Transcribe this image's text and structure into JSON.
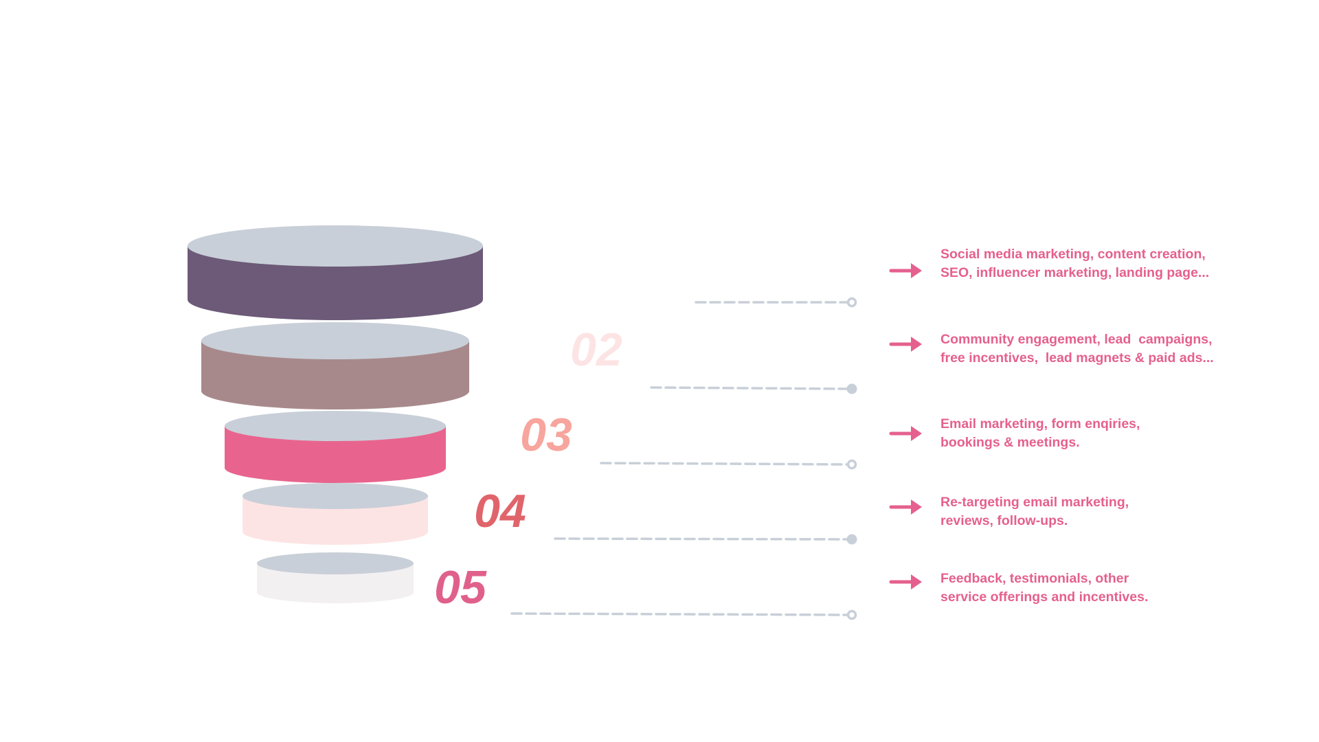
{
  "colors": {
    "disc_top": "#c8cfd8",
    "connector": "#c8cfd8",
    "arrow": "#e5608e",
    "text": "#e5608e"
  },
  "stages": [
    {
      "number": "",
      "number_color": "",
      "body_color": "#6c5a78",
      "marker": "hollow",
      "icon": "arrow-right-icon",
      "lines": [
        "Social media marketing, content creation,",
        "SEO, influencer marketing, landing page..."
      ]
    },
    {
      "number": "02",
      "number_color": "#fde4e4",
      "body_color": "#a8898b",
      "marker": "filled",
      "icon": "arrow-right-icon",
      "lines": [
        "Community engagement, lead  campaigns,",
        "free incentives,  lead magnets & paid ads..."
      ]
    },
    {
      "number": "03",
      "number_color": "#f7a59d",
      "body_color": "#e8648e",
      "marker": "hollow",
      "icon": "arrow-right-icon",
      "lines": [
        "Email marketing, form enqiries,",
        "bookings & meetings."
      ]
    },
    {
      "number": "04",
      "number_color": "#e0656b",
      "body_color": "#fde4e4",
      "marker": "filled",
      "icon": "arrow-right-icon",
      "lines": [
        "Re-targeting email marketing,",
        "reviews, follow-ups."
      ]
    },
    {
      "number": "05",
      "number_color": "#e0608c",
      "body_color": "#f3f0f1",
      "marker": "hollow",
      "icon": "arrow-right-icon",
      "lines": [
        "Feedback, testimonials, other",
        "service offerings and incentives."
      ]
    }
  ]
}
